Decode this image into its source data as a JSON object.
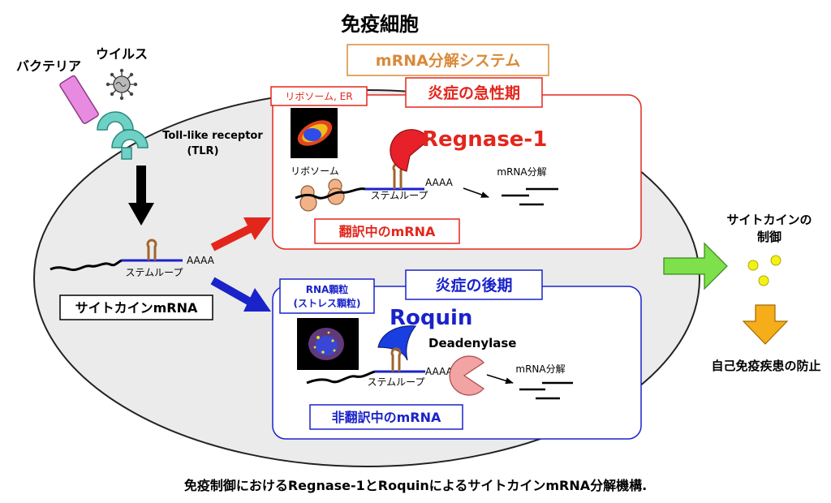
{
  "title": "免疫細胞",
  "external": {
    "bacteria_label": "バクテリア",
    "virus_label": "ウイルス",
    "tlr_label_line1": "Toll-like receptor",
    "tlr_label_line2": "(TLR)"
  },
  "system_label": "mRNA分解システム",
  "cytokine_mrna": {
    "polyA": "AAAA",
    "stemloop": "ステムループ",
    "label": "サイトカインmRNA"
  },
  "acute": {
    "location": "リボソーム, ER",
    "phase": "炎症の急性期",
    "protein": "Regnase-1",
    "ribosome_label": "リボソーム",
    "polyA": "AAAA",
    "stemloop": "ステムループ",
    "decay_label": "mRNA分解",
    "mrna_state": "翻訳中のmRNA"
  },
  "late": {
    "location_line1": "RNA顆粒",
    "location_line2": "(ストレス顆粒)",
    "phase": "炎症の後期",
    "protein": "Roquin",
    "enzyme": "Deadenylase",
    "polyA": "AAAA",
    "stemloop": "ステムループ",
    "decay_label": "mRNA分解",
    "mrna_state": "非翻訳中のmRNA"
  },
  "outcome": {
    "control_line1": "サイトカインの",
    "control_line2": "制御",
    "result": "自己免疫疾患の防止"
  },
  "caption": "免疫制御におけるRegnase-1とRoquinによるサイトカインmRNA分解機構.",
  "colors": {
    "acute_red": "#e3261c",
    "late_blue": "#1a23c9",
    "system_orange": "#d98a3a",
    "cell_fill": "#ebebeb",
    "bacteria_pink": "#e88be0",
    "tlr_teal": "#6fd1c6",
    "roquin_blue": "#1a3fe0",
    "regnase_red": "#e8202a",
    "deadenylase_pink": "#f2a3a3",
    "ribosome_orange": "#f2b287",
    "stem_brown": "#a0642c",
    "arrow_green": "#7ee04a",
    "arrow_orange": "#f5ae1a",
    "cytokine_yellow": "#f2f216"
  }
}
